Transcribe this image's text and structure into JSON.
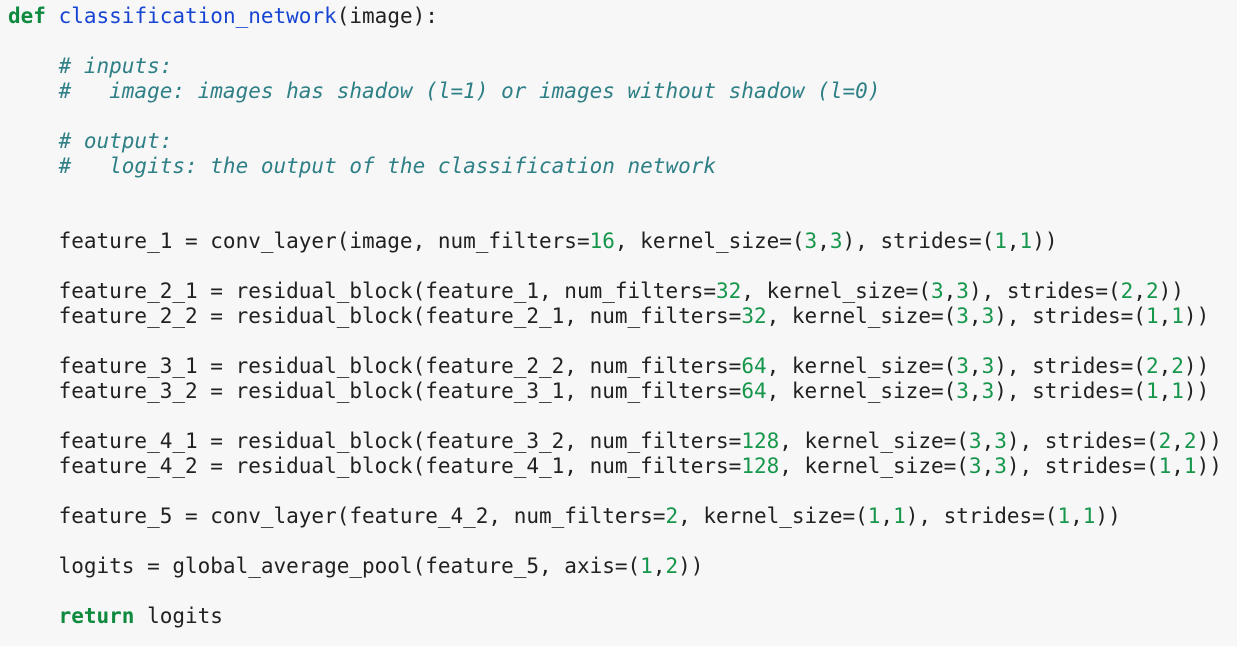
{
  "colors": {
    "background": "#f7f7f7",
    "plain": "#212121",
    "keyword": "#0e8a3e",
    "function": "#1745d3",
    "comment": "#2e7f86",
    "number": "#15964b"
  },
  "code": {
    "language": "python",
    "lines": [
      {
        "tokens": [
          {
            "type": "keyword",
            "text": "def"
          },
          {
            "type": "plain",
            "text": " "
          },
          {
            "type": "function",
            "text": "classification_network"
          },
          {
            "type": "plain",
            "text": "(image):"
          }
        ]
      },
      {
        "tokens": []
      },
      {
        "tokens": [
          {
            "type": "comment",
            "text": "    # inputs:"
          }
        ]
      },
      {
        "tokens": [
          {
            "type": "comment",
            "text": "    #   image: images has shadow (l=1) or images without shadow (l=0)"
          }
        ]
      },
      {
        "tokens": []
      },
      {
        "tokens": [
          {
            "type": "comment",
            "text": "    # output:"
          }
        ]
      },
      {
        "tokens": [
          {
            "type": "comment",
            "text": "    #   logits: the output of the classification network"
          }
        ]
      },
      {
        "tokens": []
      },
      {
        "tokens": []
      },
      {
        "tokens": [
          {
            "type": "plain",
            "text": "    feature_1 = conv_layer(image, num_filters="
          },
          {
            "type": "number",
            "text": "16"
          },
          {
            "type": "plain",
            "text": ", kernel_size=("
          },
          {
            "type": "number",
            "text": "3"
          },
          {
            "type": "plain",
            "text": ","
          },
          {
            "type": "number",
            "text": "3"
          },
          {
            "type": "plain",
            "text": "), strides=("
          },
          {
            "type": "number",
            "text": "1"
          },
          {
            "type": "plain",
            "text": ","
          },
          {
            "type": "number",
            "text": "1"
          },
          {
            "type": "plain",
            "text": "))"
          }
        ]
      },
      {
        "tokens": []
      },
      {
        "tokens": [
          {
            "type": "plain",
            "text": "    feature_2_1 = residual_block(feature_1, num_filters="
          },
          {
            "type": "number",
            "text": "32"
          },
          {
            "type": "plain",
            "text": ", kernel_size=("
          },
          {
            "type": "number",
            "text": "3"
          },
          {
            "type": "plain",
            "text": ","
          },
          {
            "type": "number",
            "text": "3"
          },
          {
            "type": "plain",
            "text": "), strides=("
          },
          {
            "type": "number",
            "text": "2"
          },
          {
            "type": "plain",
            "text": ","
          },
          {
            "type": "number",
            "text": "2"
          },
          {
            "type": "plain",
            "text": "))"
          }
        ]
      },
      {
        "tokens": [
          {
            "type": "plain",
            "text": "    feature_2_2 = residual_block(feature_2_1, num_filters="
          },
          {
            "type": "number",
            "text": "32"
          },
          {
            "type": "plain",
            "text": ", kernel_size=("
          },
          {
            "type": "number",
            "text": "3"
          },
          {
            "type": "plain",
            "text": ","
          },
          {
            "type": "number",
            "text": "3"
          },
          {
            "type": "plain",
            "text": "), strides=("
          },
          {
            "type": "number",
            "text": "1"
          },
          {
            "type": "plain",
            "text": ","
          },
          {
            "type": "number",
            "text": "1"
          },
          {
            "type": "plain",
            "text": "))"
          }
        ]
      },
      {
        "tokens": []
      },
      {
        "tokens": [
          {
            "type": "plain",
            "text": "    feature_3_1 = residual_block(feature_2_2, num_filters="
          },
          {
            "type": "number",
            "text": "64"
          },
          {
            "type": "plain",
            "text": ", kernel_size=("
          },
          {
            "type": "number",
            "text": "3"
          },
          {
            "type": "plain",
            "text": ","
          },
          {
            "type": "number",
            "text": "3"
          },
          {
            "type": "plain",
            "text": "), strides=("
          },
          {
            "type": "number",
            "text": "2"
          },
          {
            "type": "plain",
            "text": ","
          },
          {
            "type": "number",
            "text": "2"
          },
          {
            "type": "plain",
            "text": "))"
          }
        ]
      },
      {
        "tokens": [
          {
            "type": "plain",
            "text": "    feature_3_2 = residual_block(feature_3_1, num_filters="
          },
          {
            "type": "number",
            "text": "64"
          },
          {
            "type": "plain",
            "text": ", kernel_size=("
          },
          {
            "type": "number",
            "text": "3"
          },
          {
            "type": "plain",
            "text": ","
          },
          {
            "type": "number",
            "text": "3"
          },
          {
            "type": "plain",
            "text": "), strides=("
          },
          {
            "type": "number",
            "text": "1"
          },
          {
            "type": "plain",
            "text": ","
          },
          {
            "type": "number",
            "text": "1"
          },
          {
            "type": "plain",
            "text": "))"
          }
        ]
      },
      {
        "tokens": []
      },
      {
        "tokens": [
          {
            "type": "plain",
            "text": "    feature_4_1 = residual_block(feature_3_2, num_filters="
          },
          {
            "type": "number",
            "text": "128"
          },
          {
            "type": "plain",
            "text": ", kernel_size=("
          },
          {
            "type": "number",
            "text": "3"
          },
          {
            "type": "plain",
            "text": ","
          },
          {
            "type": "number",
            "text": "3"
          },
          {
            "type": "plain",
            "text": "), strides=("
          },
          {
            "type": "number",
            "text": "2"
          },
          {
            "type": "plain",
            "text": ","
          },
          {
            "type": "number",
            "text": "2"
          },
          {
            "type": "plain",
            "text": "))"
          }
        ]
      },
      {
        "tokens": [
          {
            "type": "plain",
            "text": "    feature_4_2 = residual_block(feature_4_1, num_filters="
          },
          {
            "type": "number",
            "text": "128"
          },
          {
            "type": "plain",
            "text": ", kernel_size=("
          },
          {
            "type": "number",
            "text": "3"
          },
          {
            "type": "plain",
            "text": ","
          },
          {
            "type": "number",
            "text": "3"
          },
          {
            "type": "plain",
            "text": "), strides=("
          },
          {
            "type": "number",
            "text": "1"
          },
          {
            "type": "plain",
            "text": ","
          },
          {
            "type": "number",
            "text": "1"
          },
          {
            "type": "plain",
            "text": "))"
          }
        ]
      },
      {
        "tokens": []
      },
      {
        "tokens": [
          {
            "type": "plain",
            "text": "    feature_5 = conv_layer(feature_4_2, num_filters="
          },
          {
            "type": "number",
            "text": "2"
          },
          {
            "type": "plain",
            "text": ", kernel_size=("
          },
          {
            "type": "number",
            "text": "1"
          },
          {
            "type": "plain",
            "text": ","
          },
          {
            "type": "number",
            "text": "1"
          },
          {
            "type": "plain",
            "text": "), strides=("
          },
          {
            "type": "number",
            "text": "1"
          },
          {
            "type": "plain",
            "text": ","
          },
          {
            "type": "number",
            "text": "1"
          },
          {
            "type": "plain",
            "text": "))"
          }
        ]
      },
      {
        "tokens": []
      },
      {
        "tokens": [
          {
            "type": "plain",
            "text": "    logits = global_average_pool(feature_5, axis=("
          },
          {
            "type": "number",
            "text": "1"
          },
          {
            "type": "plain",
            "text": ","
          },
          {
            "type": "number",
            "text": "2"
          },
          {
            "type": "plain",
            "text": "))"
          }
        ]
      },
      {
        "tokens": []
      },
      {
        "tokens": [
          {
            "type": "plain",
            "text": "    "
          },
          {
            "type": "keyword",
            "text": "return"
          },
          {
            "type": "plain",
            "text": " logits"
          }
        ]
      }
    ]
  }
}
